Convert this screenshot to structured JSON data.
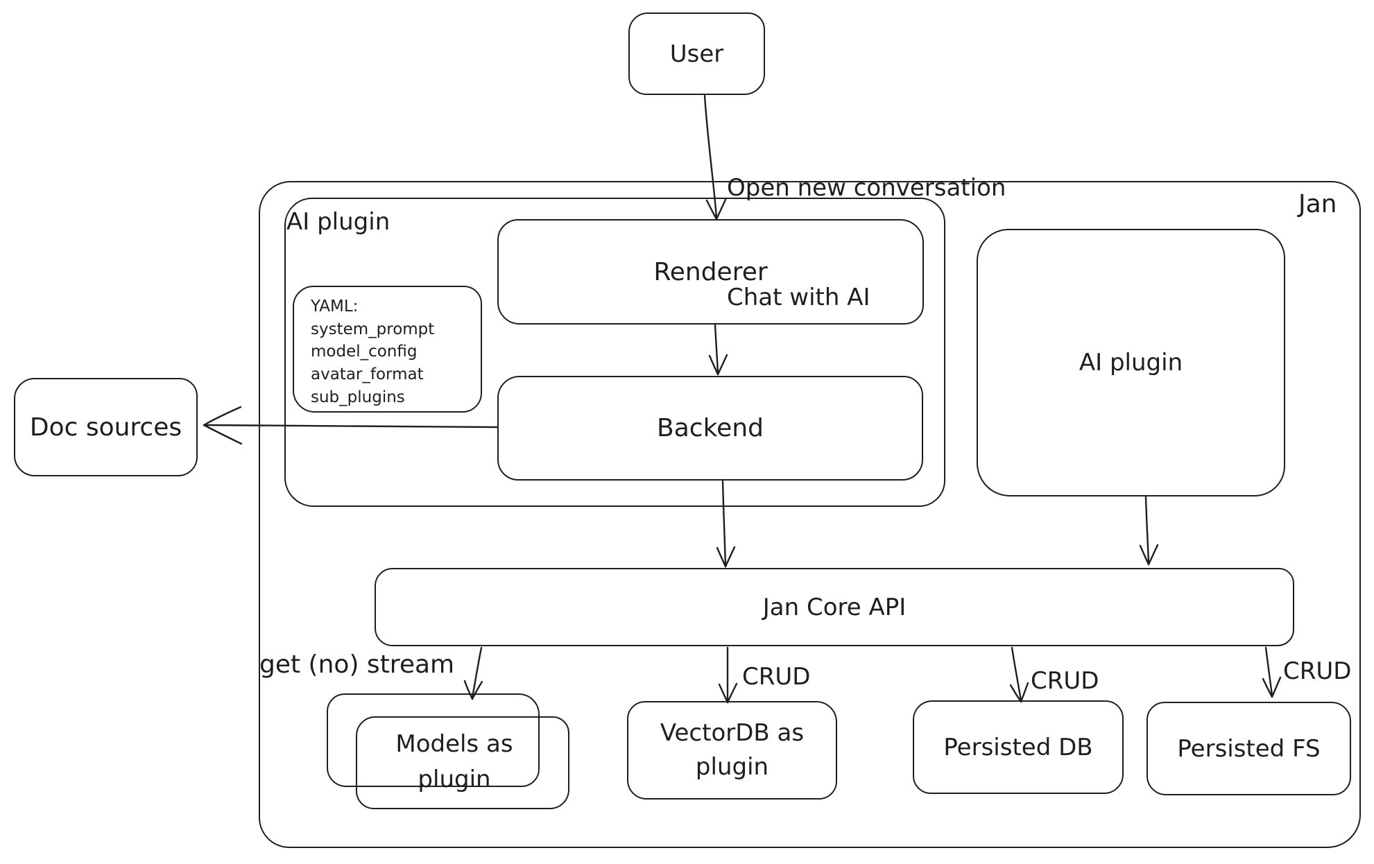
{
  "canvas": {
    "background": "#ffffff",
    "stroke_color": "#1e1e1e"
  },
  "nodes": {
    "user": {
      "label": "User"
    },
    "jan": {
      "label": "Jan"
    },
    "ai_plugin_group": {
      "label": "AI plugin"
    },
    "renderer": {
      "label": "Renderer"
    },
    "backend": {
      "label": "Backend"
    },
    "yaml_note": {
      "title": "YAML:",
      "lines": [
        "system_prompt",
        "model_config",
        "avatar_format",
        "sub_plugins"
      ]
    },
    "ai_plugin_right": {
      "label": "AI plugin"
    },
    "doc_sources": {
      "label": "Doc sources"
    },
    "jan_core_api": {
      "label": "Jan Core API"
    },
    "models_plugin": {
      "label": "Models as plugin"
    },
    "vectordb_plugin": {
      "label": "VectorDB as plugin"
    },
    "persisted_db": {
      "label": "Persisted DB"
    },
    "persisted_fs": {
      "label": "Persisted FS"
    }
  },
  "edges": {
    "user_to_renderer": {
      "line1": "Open new conversation",
      "line2": "Chat with AI"
    },
    "jca_to_models": {
      "label": "get (no) stream"
    },
    "jca_to_vectordb": {
      "label": "CRUD"
    },
    "jca_to_persisted_db": {
      "label": "CRUD"
    },
    "jca_to_persisted_fs": {
      "label": "CRUD"
    }
  }
}
